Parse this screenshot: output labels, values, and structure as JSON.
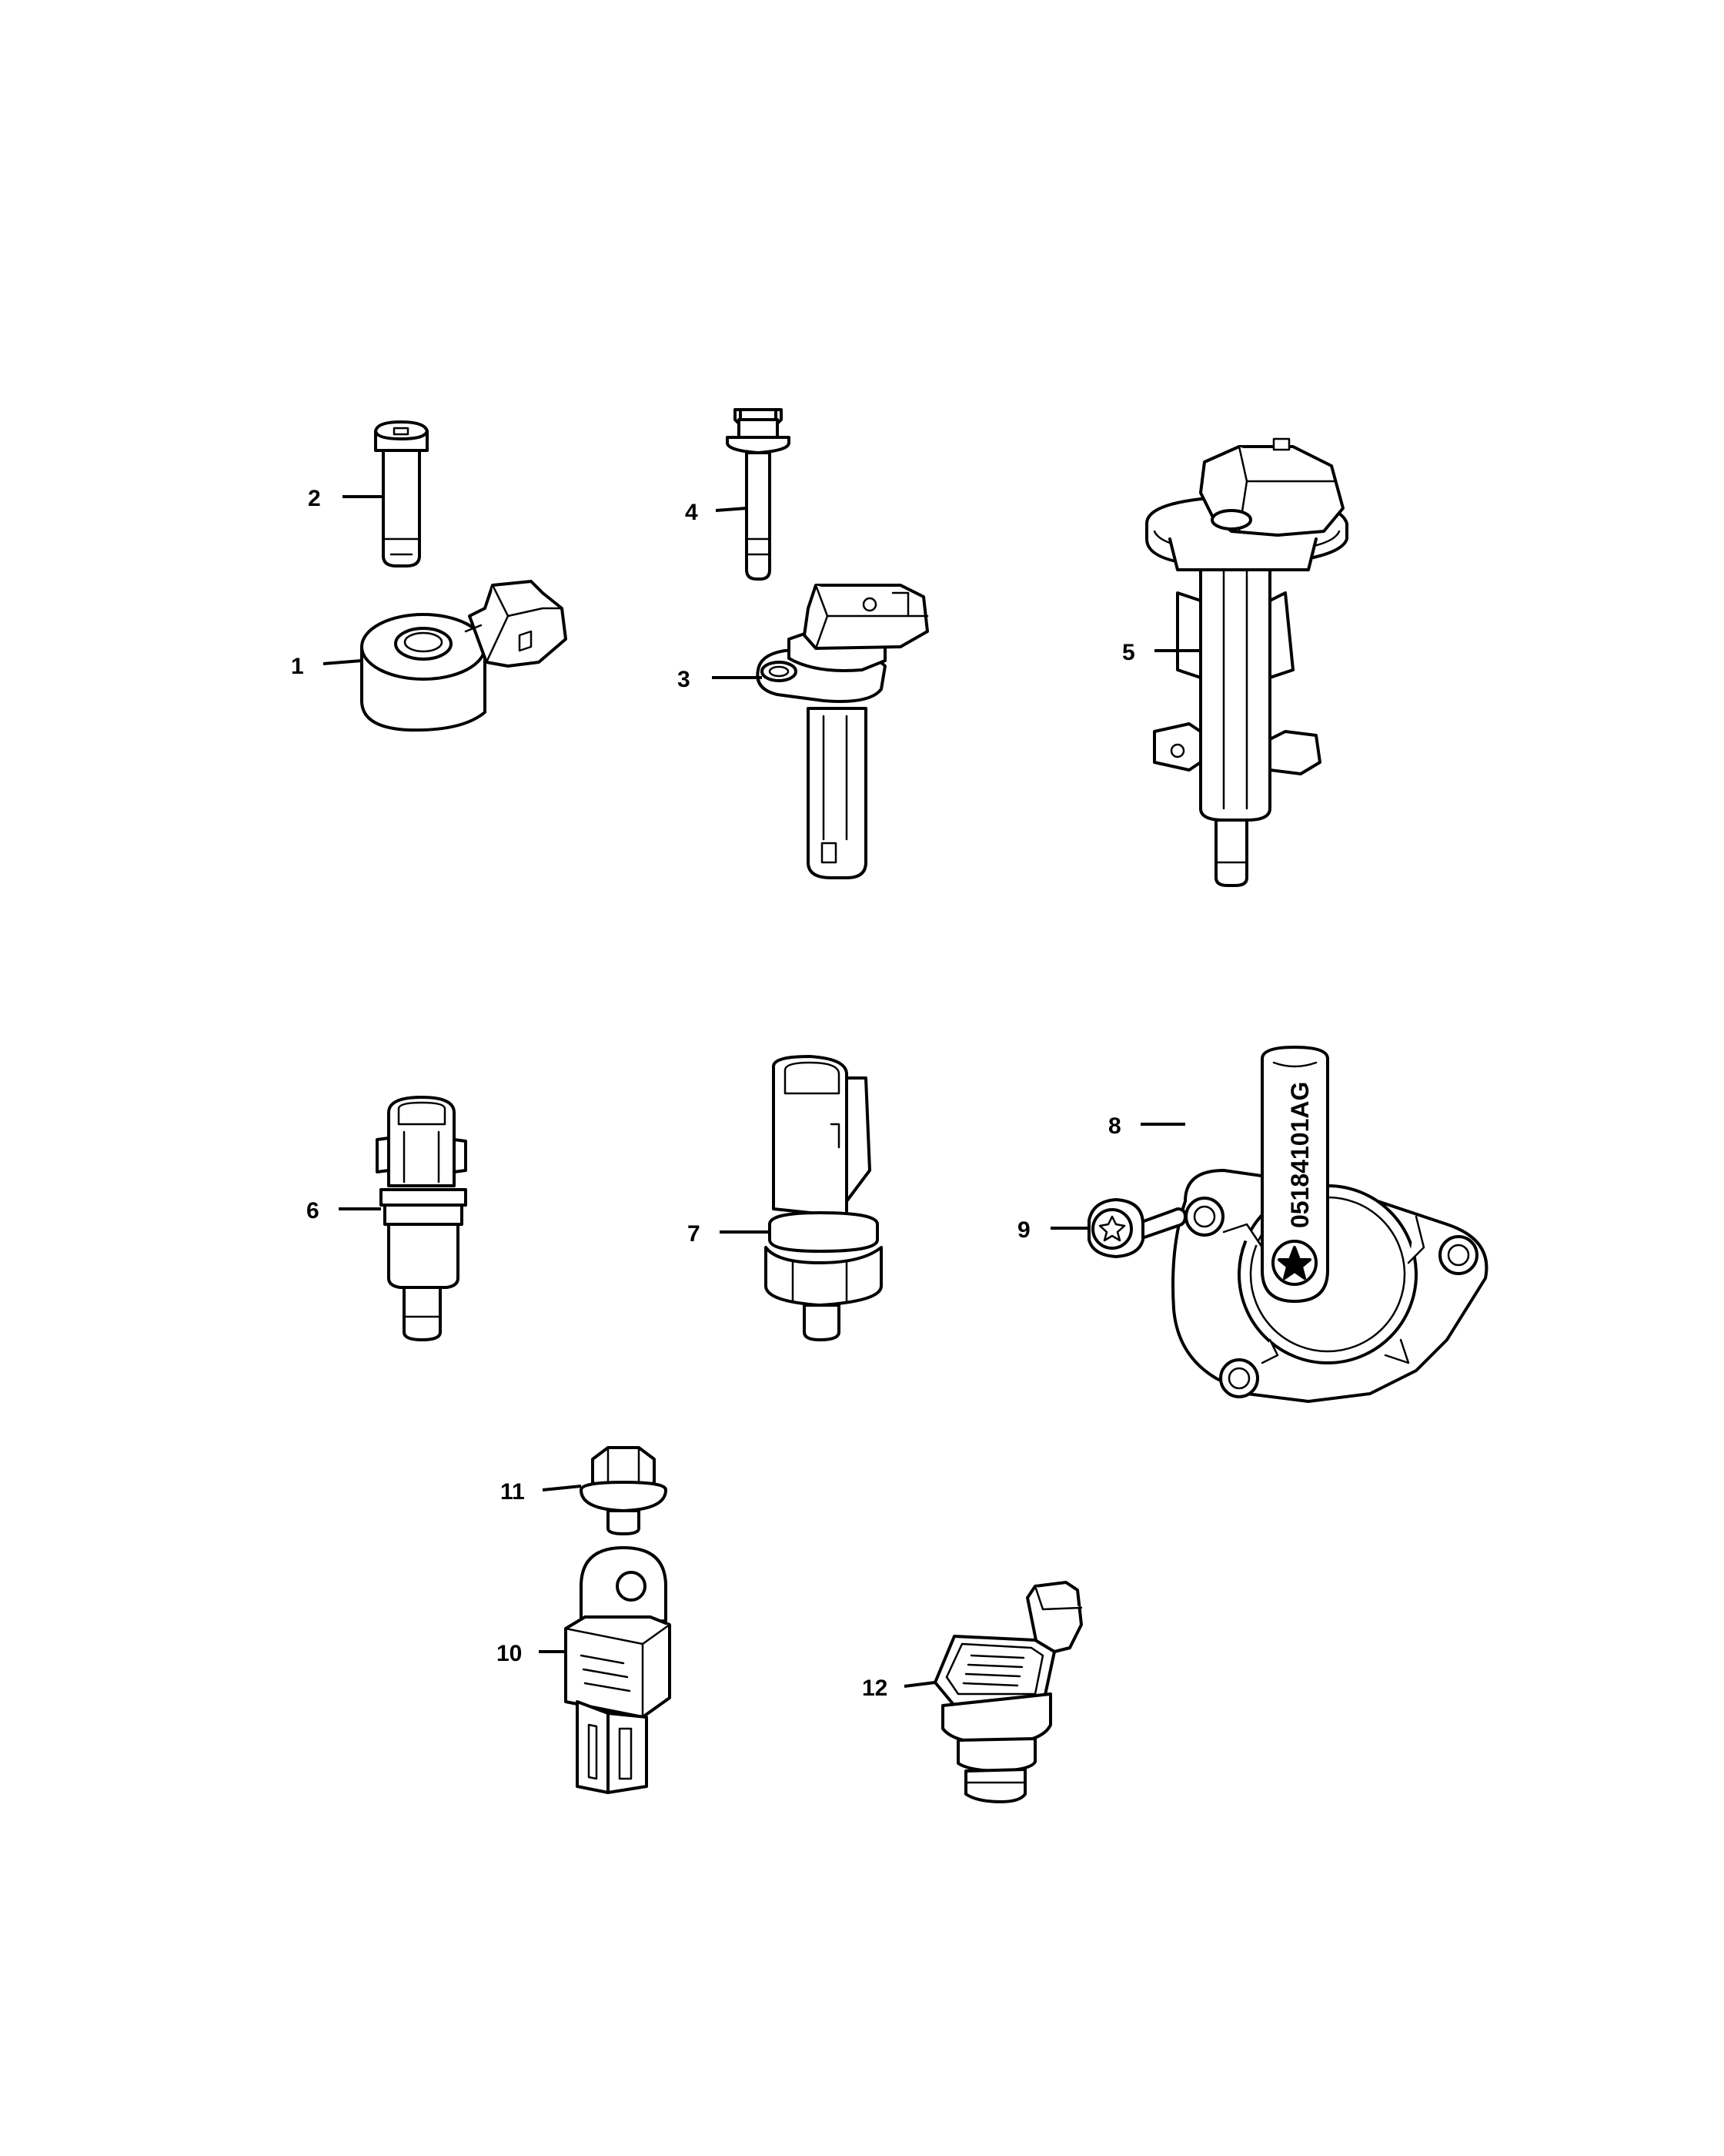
{
  "callouts": [
    {
      "id": "1",
      "label": "1"
    },
    {
      "id": "2",
      "label": "2"
    },
    {
      "id": "3",
      "label": "3"
    },
    {
      "id": "4",
      "label": "4"
    },
    {
      "id": "5",
      "label": "5"
    },
    {
      "id": "6",
      "label": "6"
    },
    {
      "id": "7",
      "label": "7"
    },
    {
      "id": "8",
      "label": "8"
    },
    {
      "id": "9",
      "label": "9"
    },
    {
      "id": "10",
      "label": "10"
    },
    {
      "id": "11",
      "label": "11"
    },
    {
      "id": "12",
      "label": "12"
    }
  ],
  "part_markings": {
    "part_8_number": "05184101AG"
  },
  "colors": {
    "line": "#000000",
    "background": "#ffffff"
  }
}
